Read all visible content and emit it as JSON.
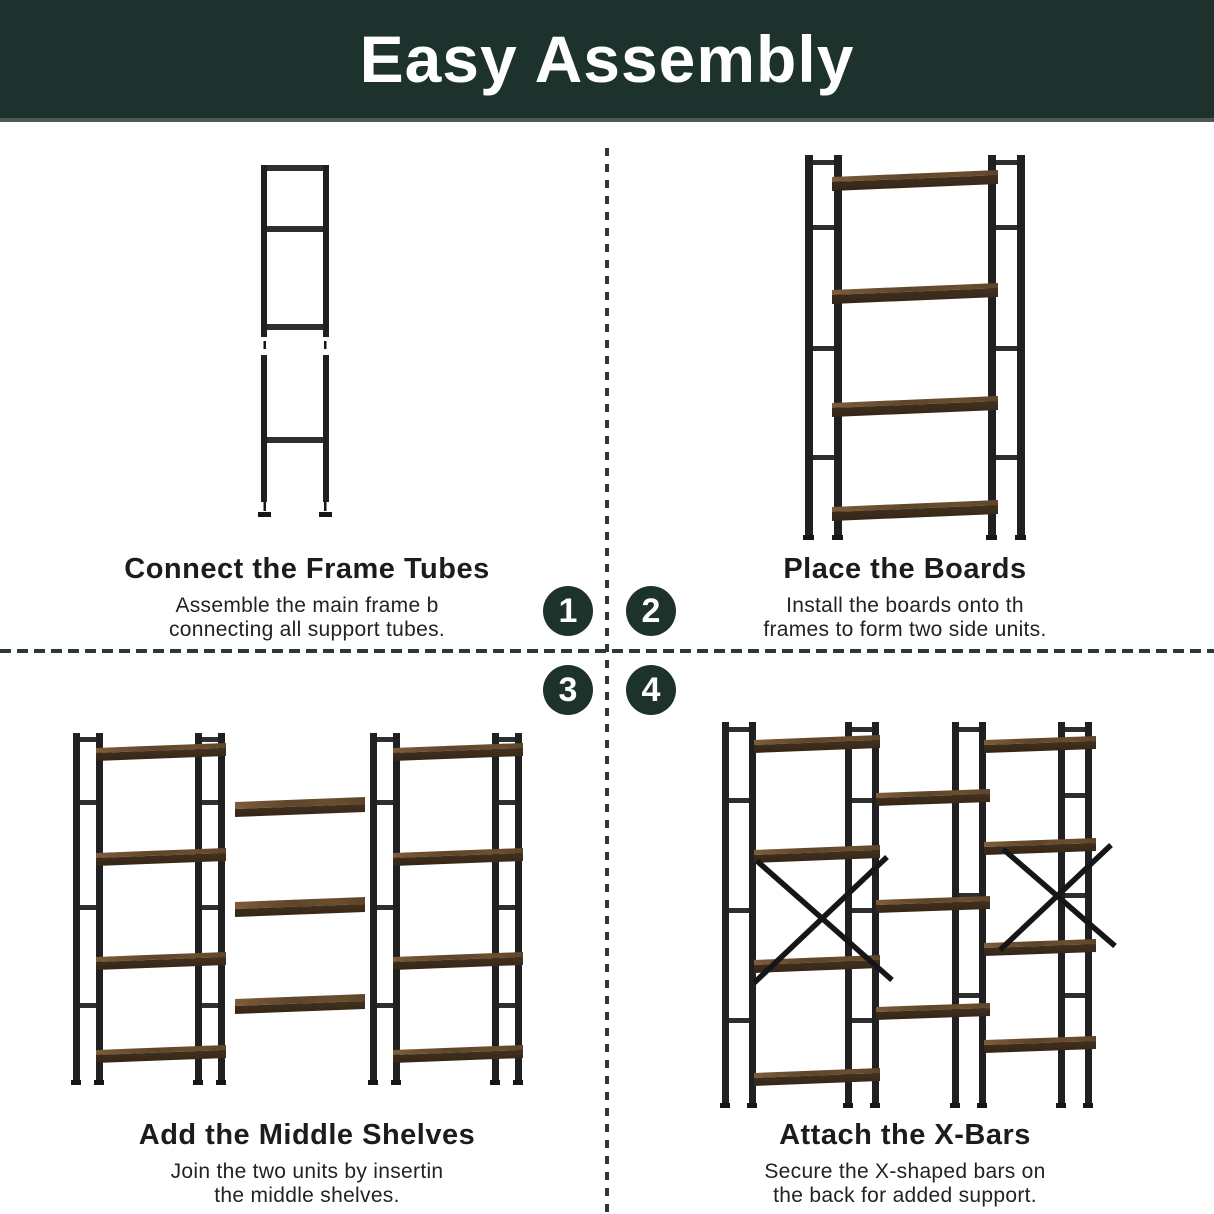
{
  "banner": {
    "title": "Easy Assembly"
  },
  "colors": {
    "banner_bg": "#1e322d",
    "banner_edge": "#4d5a54",
    "divider": "#2c3a36",
    "circle_bg": "#1e322d",
    "circle_text": "#ffffff",
    "title_text": "#ffffff",
    "heading_text": "#1c1c1c",
    "body_text": "#222222",
    "page_bg": "#ffffff",
    "metal": "#202023",
    "metal_light": "#2e2e31",
    "wood_light": "#7d5c3a",
    "wood_mid": "#5e452a",
    "wood_dark": "#43311f",
    "xbar": "#161618"
  },
  "steps": [
    {
      "number": "1",
      "heading": "Connect the Frame Tubes",
      "description": "Assemble the main frame b\nconnecting all support tubes.",
      "illustration": "frame-tubes"
    },
    {
      "number": "2",
      "heading": "Place the Boards",
      "description": "Install the boards onto th\nframes to form two side units.",
      "illustration": "single-shelf-unit-with-boards"
    },
    {
      "number": "3",
      "heading": "Add the Middle Shelves",
      "description": "Join the two units by insertin\nthe middle shelves.",
      "illustration": "two-units-with-middle-shelves"
    },
    {
      "number": "4",
      "heading": "Attach the X-Bars",
      "description": "Secure the X-shaped bars on\nthe back for added support.",
      "illustration": "assembled-bookshelf-with-x-bars"
    }
  ]
}
